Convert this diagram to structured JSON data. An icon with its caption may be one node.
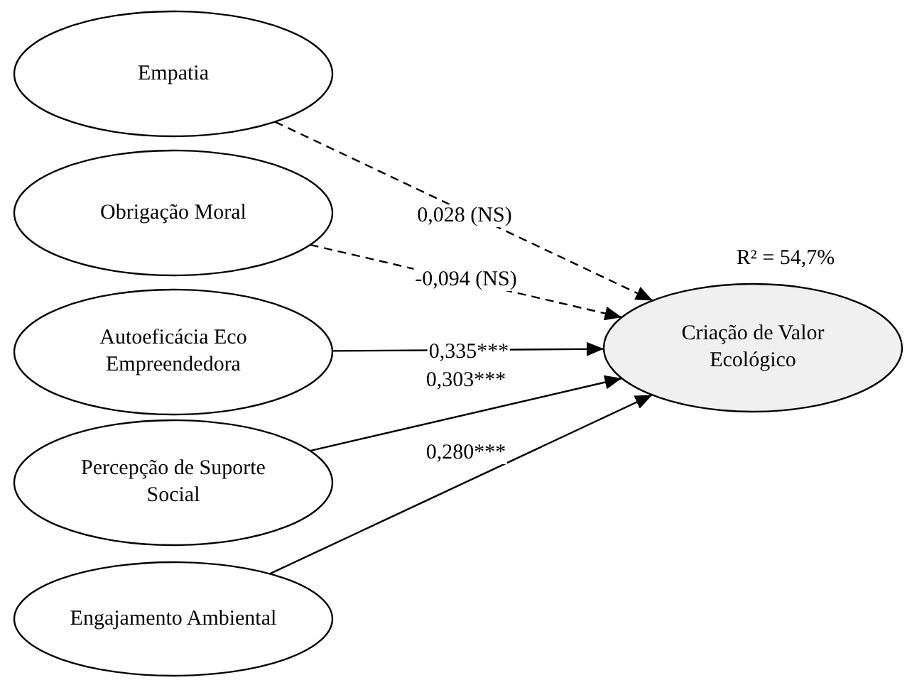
{
  "diagram": {
    "nodes": [
      {
        "text": [
          "Empatia"
        ]
      },
      {
        "text": [
          "Obrigação Moral"
        ]
      },
      {
        "text": [
          "Autoeficácia Eco Empreendedora"
        ]
      },
      {
        "text": [
          "Percepção de Suporte Social"
        ]
      },
      {
        "text": [
          "Engajamento Ambiental"
        ]
      },
      {
        "text": [
          "Criação de Valor Ecológico"
        ],
        "beside": [
          "R² = 54,7%"
        ]
      }
    ],
    "edges": [
      {
        "from": 0,
        "to": 5,
        "arrow": "to",
        "label": "0,028 (NS)",
        "style": "dashed"
      },
      {
        "from": 1,
        "to": 5,
        "arrow": "to",
        "label": "-0,094 (NS)",
        "style": "dashed"
      },
      {
        "from": 2,
        "to": 5,
        "arrow": "to",
        "label": "0,335***"
      },
      {
        "from": 3,
        "to": 5,
        "arrow": "to",
        "label": "0,303***"
      },
      {
        "from": 4,
        "to": 5,
        "arrow": "to",
        "label": "0,280***"
      }
    ]
  }
}
